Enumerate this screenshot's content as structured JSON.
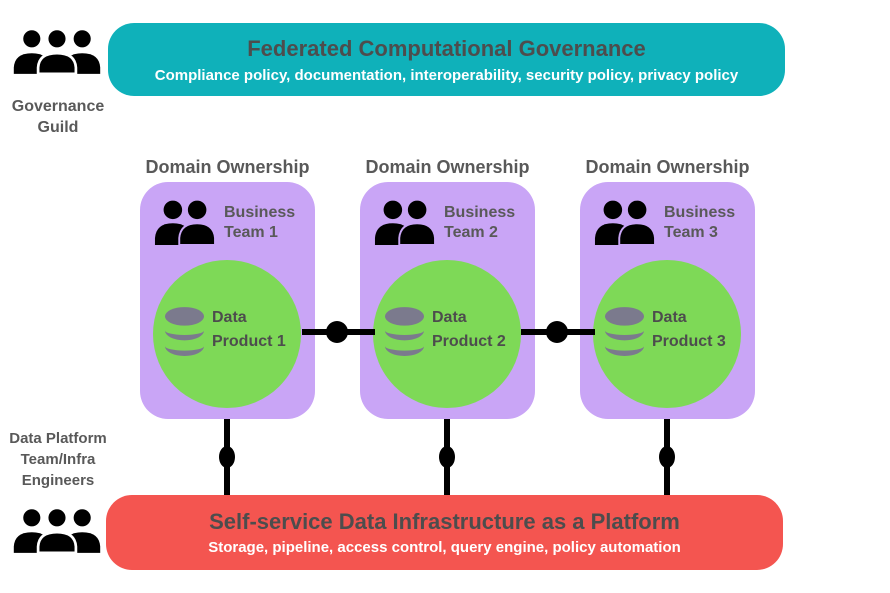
{
  "colors": {
    "teal_banner": "#0fb1ba",
    "red_banner": "#f45550",
    "purple_box": "#c9a5f6",
    "green_circle": "#7ed957",
    "database_gray": "#7b7a8d",
    "label_gray": "#595959",
    "title_gray": "#4d4d4d",
    "subtitle_white": "#ffffff",
    "connector_black": "#000000",
    "icon_black": "#000000"
  },
  "governance": {
    "banner_title": "Federated Computational Governance",
    "banner_subtitle": "Compliance policy, documentation, interoperability, security policy, privacy policy",
    "guild_label": "Governance Guild",
    "guild_icon": "three-people-icon"
  },
  "domains": [
    {
      "ownership_label": "Domain Ownership",
      "team_label": "Business Team 1",
      "team_icon": "two-people-icon",
      "product_label": "Data Product 1",
      "product_icon": "database-icon"
    },
    {
      "ownership_label": "Domain Ownership",
      "team_label": "Business Team 2",
      "team_icon": "two-people-icon",
      "product_label": "Data Product 2",
      "product_icon": "database-icon"
    },
    {
      "ownership_label": "Domain Ownership",
      "team_label": "Business Team 3",
      "team_icon": "two-people-icon",
      "product_label": "Data Product 3",
      "product_icon": "database-icon"
    }
  ],
  "platform": {
    "team_label": "Data Platform Team/Infra Engineers",
    "team_icon": "three-people-icon",
    "banner_title": "Self-service Data Infrastructure as a Platform",
    "banner_subtitle": "Storage, pipeline, access control, query engine, policy automation"
  }
}
